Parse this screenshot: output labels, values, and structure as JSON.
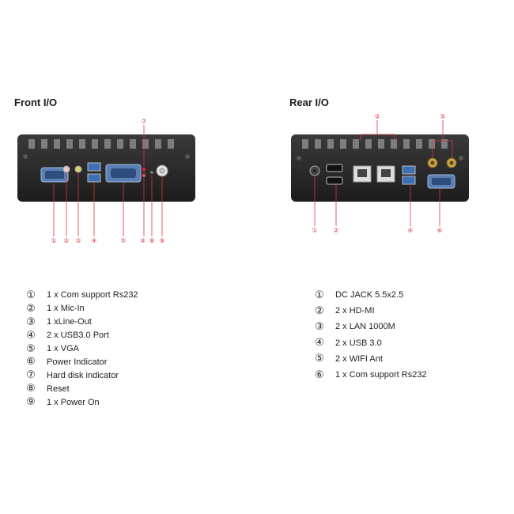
{
  "front": {
    "heading": "Front I/O",
    "legend": [
      {
        "num": "①",
        "text": "1 x Com support Rs232"
      },
      {
        "num": "②",
        "text": "1 x Mic-In"
      },
      {
        "num": "③",
        "text": "1 xLine-Out"
      },
      {
        "num": "④",
        "text": "2 x USB3.0 Port"
      },
      {
        "num": "⑤",
        "text": "1 x VGA"
      },
      {
        "num": "⑥",
        "text": "Power Indicator"
      },
      {
        "num": "⑦",
        "text": "Hard disk indicator"
      },
      {
        "num": "⑧",
        "text": "Reset"
      },
      {
        "num": "⑨",
        "text": "1 x Power On"
      }
    ],
    "callouts": [
      "①",
      "②",
      "③",
      "④",
      "⑤",
      "⑥",
      "⑦",
      "⑧",
      "⑨"
    ]
  },
  "rear": {
    "heading": "Rear I/O",
    "legend": [
      {
        "num": "①",
        "text": "DC JACK 5.5x2.5"
      },
      {
        "num": "②",
        "text": "2 x HD-MI"
      },
      {
        "num": "③",
        "text": "2 x LAN 1000M"
      },
      {
        "num": "④",
        "text": "2 x USB 3.0"
      },
      {
        "num": "⑤",
        "text": "2 x WIFI Ant"
      },
      {
        "num": "⑥",
        "text": "1 x Com support Rs232"
      }
    ],
    "callouts": [
      "①",
      "②",
      "③",
      "④",
      "⑤",
      "⑥"
    ]
  },
  "colors": {
    "chassis": "#2b2b2b",
    "callout_red": "#d9363e",
    "port_blue": "#3f6fb5"
  }
}
